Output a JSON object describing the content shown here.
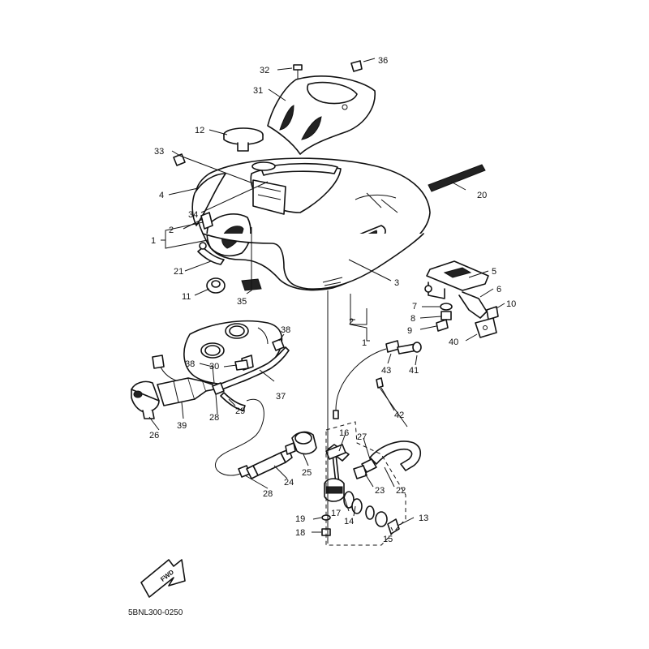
{
  "diagram_code": "5BNL300-0250",
  "direction_label": "FWD",
  "callouts": [
    "1",
    "2",
    "3",
    "4",
    "5",
    "6",
    "7",
    "8",
    "9",
    "10",
    "11",
    "12",
    "13",
    "14",
    "15",
    "16",
    "17",
    "18",
    "19",
    "20",
    "21",
    "22",
    "23",
    "24",
    "25",
    "26",
    "27",
    "28",
    "29",
    "30",
    "31",
    "32",
    "33",
    "34",
    "35",
    "36",
    "37",
    "38",
    "39",
    "40",
    "41",
    "42",
    "43"
  ]
}
